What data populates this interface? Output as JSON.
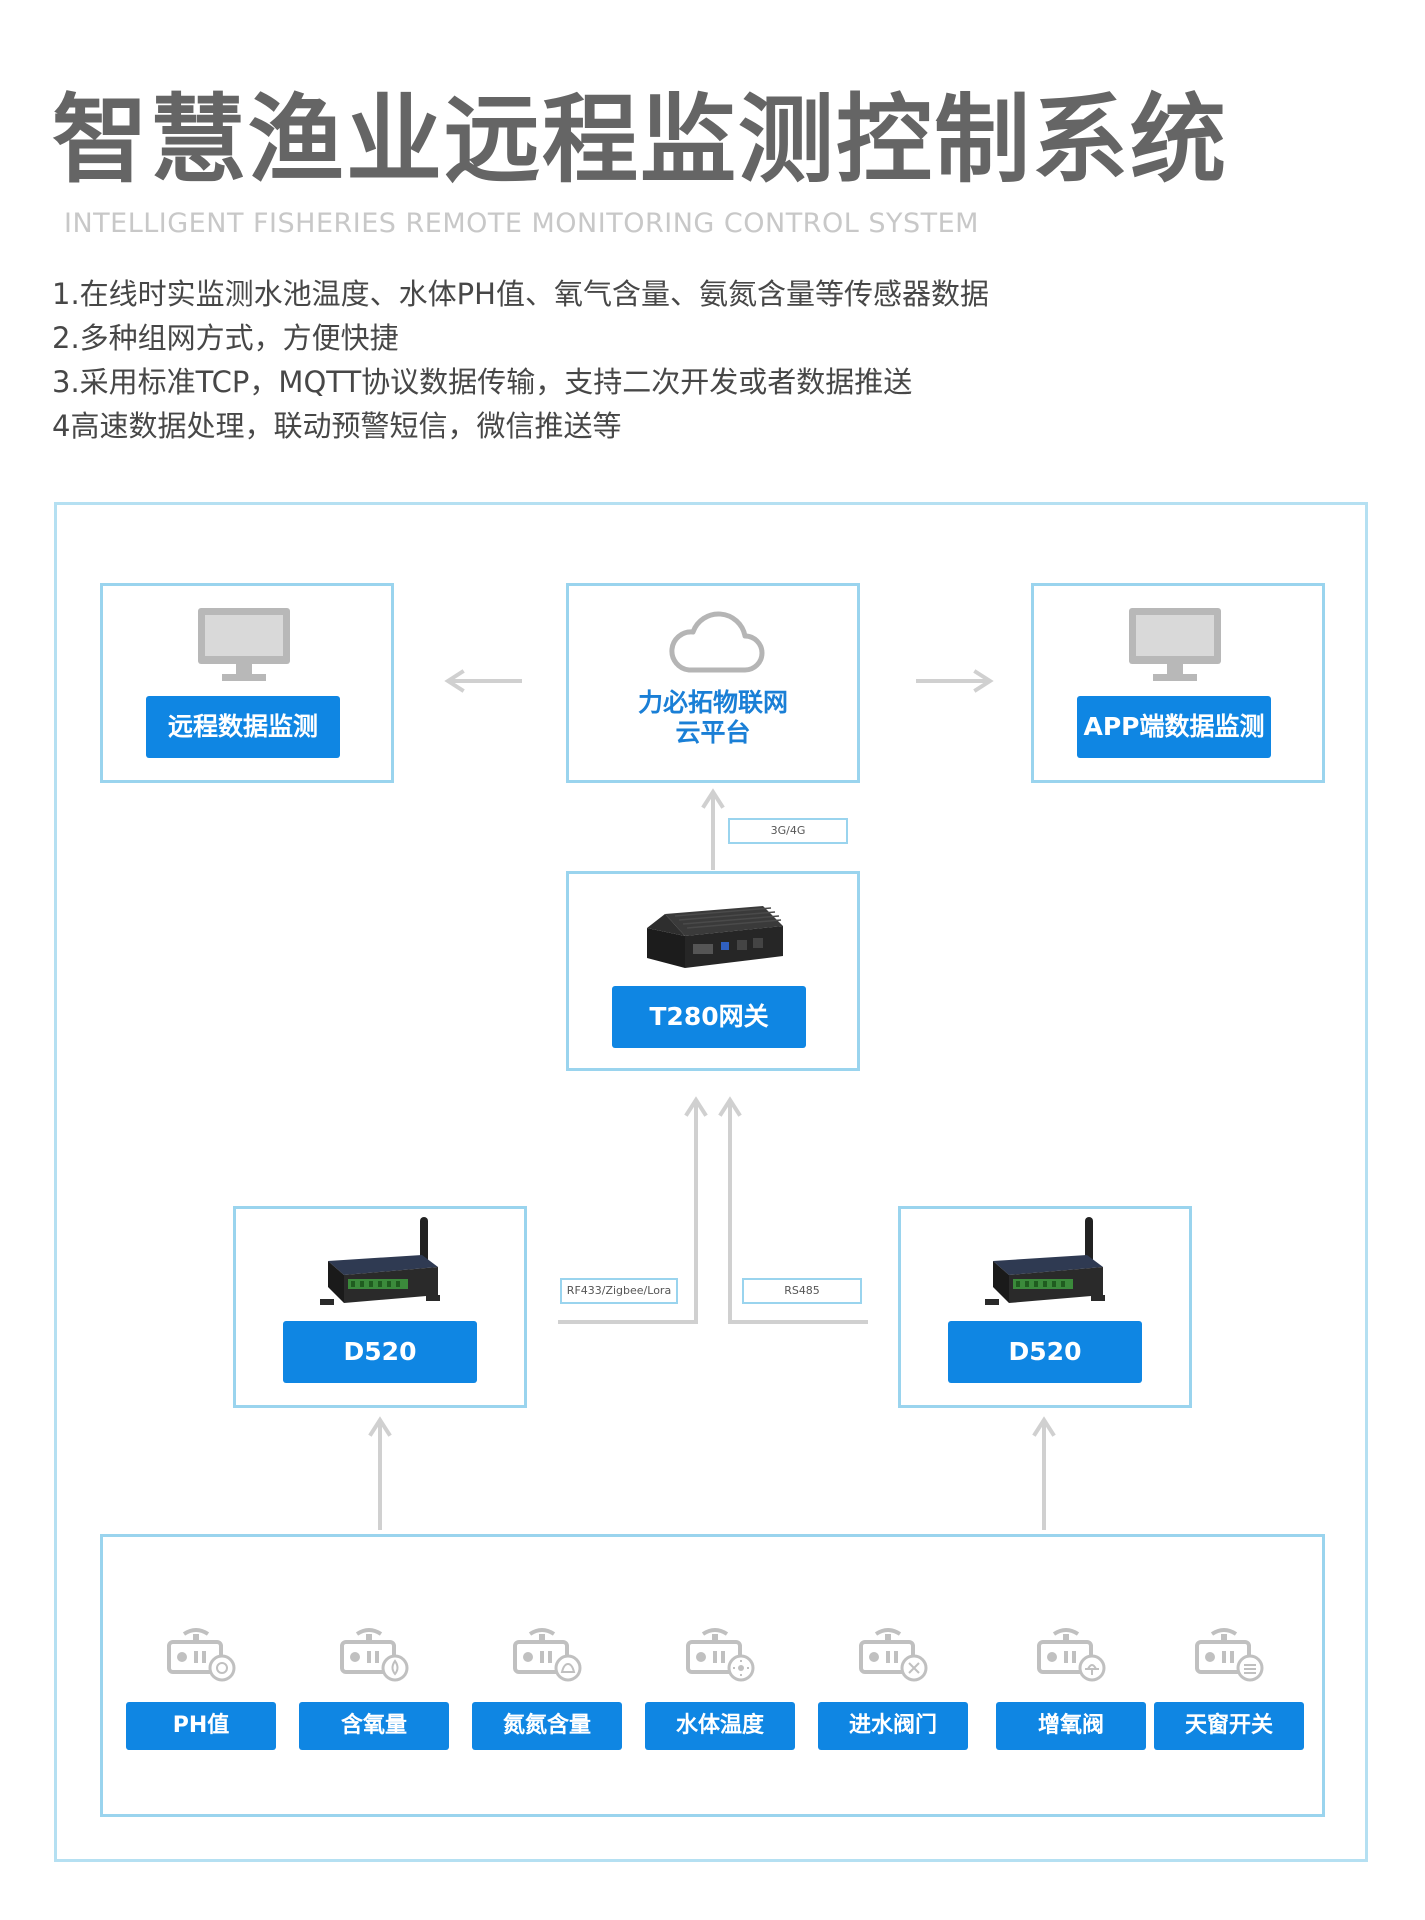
{
  "header": {
    "title": "智慧渔业远程监测控制系统",
    "subtitle": "INTELLIGENT FISHERIES REMOTE MONITORING CONTROL SYSTEM"
  },
  "features": [
    "1.在线时实监测水池温度、水体PH值、氧气含量、氨氮含量等传感器数据",
    "2.多种组网方式，方便快捷",
    "3.采用标准TCP，MQTT协议数据传输，支持二次开发或者数据推送",
    "4高速数据处理，联动预警短信，微信推送等"
  ],
  "diagram": {
    "remote": {
      "label": "远程数据监测",
      "icon": "monitor-icon"
    },
    "cloud": {
      "line1": "力必拓物联网",
      "line2": "云平台",
      "icon": "cloud-icon"
    },
    "app": {
      "label": "APP端数据监测",
      "icon": "monitor-icon"
    },
    "link_cloud": "3G/4G",
    "gateway": {
      "label": "T280网关",
      "icon": "gateway-device-icon"
    },
    "link_left": "RF433/Zigbee/Lora",
    "link_right": "RS485",
    "node_left": {
      "label": "D520",
      "icon": "d520-device-icon"
    },
    "node_right": {
      "label": "D520",
      "icon": "d520-device-icon"
    },
    "sensors": [
      {
        "label": "PH值",
        "icon": "ph-sensor-icon"
      },
      {
        "label": "含氧量",
        "icon": "oxygen-sensor-icon"
      },
      {
        "label": "氮氮含量",
        "icon": "ammonia-sensor-icon"
      },
      {
        "label": "水体温度",
        "icon": "temperature-sensor-icon"
      },
      {
        "label": "进水阀门",
        "icon": "valve-icon"
      },
      {
        "label": "增氧阀",
        "icon": "aerator-icon"
      },
      {
        "label": "天窗开关",
        "icon": "skylight-switch-icon"
      }
    ],
    "colors": {
      "accent": "#0f86e3",
      "border": "#9ad4ee",
      "arrow": "#d0d0d0"
    }
  }
}
